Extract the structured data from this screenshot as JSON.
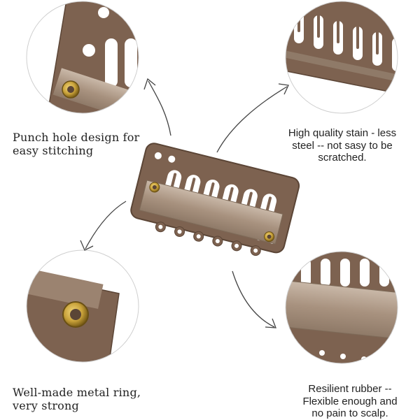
{
  "colors": {
    "clip_brown": "#7d6250",
    "clip_brown_dark": "#5b4536",
    "rubber": "#a8927f",
    "rubber_light": "#c9b8a8",
    "ring": "#c9a23a",
    "text": "#222222"
  },
  "icons": [
    "snap-clip-image",
    "punch-hole-closeup",
    "teeth-closeup",
    "metal-ring-closeup",
    "rubber-closeup",
    "arrow"
  ],
  "captions": {
    "top_left": {
      "line1": "Punch hole design for",
      "line2": "easy stitching"
    },
    "top_right": {
      "line1": "High quality stain - less",
      "line2": "steel -- not sasy to be",
      "line3": "scratched."
    },
    "bottom_left": {
      "line1": "Well-made metal ring,",
      "line2": "very strong"
    },
    "bottom_right": {
      "line1": "Resilient rubber --",
      "line2": "Flexible enough and",
      "line3": "no pain to scalp."
    }
  }
}
